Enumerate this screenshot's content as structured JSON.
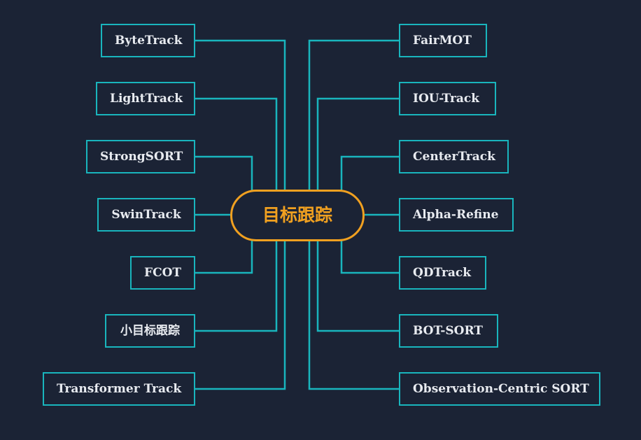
{
  "diagram": {
    "center": "目标跟踪",
    "left_nodes": [
      "ByteTrack",
      "LightTrack",
      "StrongSORT",
      "SwinTrack",
      "FCOT",
      "小目标跟踪",
      "Transformer Track"
    ],
    "right_nodes": [
      "FairMOT",
      "IOU-Track",
      "CenterTrack",
      "Alpha-Refine",
      "QDTrack",
      "BOT-SORT",
      "Observation-Centric SORT"
    ],
    "colors": {
      "background": "#1b2335",
      "line": "#19b5bd",
      "center_accent": "#f0a020",
      "node_text": "#e8ebf0"
    }
  }
}
